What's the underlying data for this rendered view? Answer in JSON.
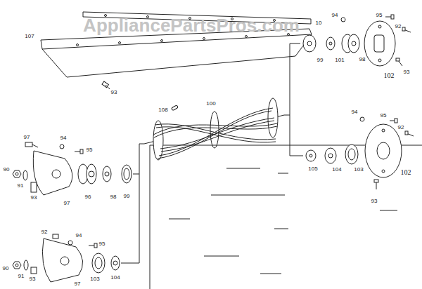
{
  "diagram": {
    "labels": [
      "AppliancePartsPros.com",
      "10",
      "107",
      "93",
      "108",
      "100",
      "94",
      "95",
      "92",
      "99",
      "101",
      "98",
      "102",
      "93",
      "94",
      "95",
      "92",
      "105",
      "104",
      "103",
      "102",
      "93",
      "97",
      "94",
      "95",
      "90",
      "91",
      "93",
      "97",
      "96",
      "98",
      "99",
      "92",
      "94",
      "95",
      "90",
      "91",
      "93",
      "103",
      "104",
      "97"
    ]
  }
}
